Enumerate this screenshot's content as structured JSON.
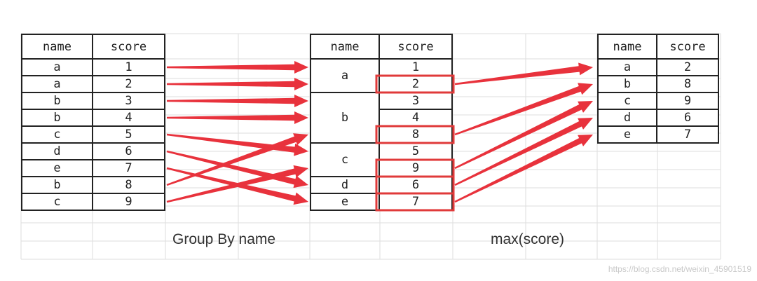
{
  "colors": {
    "arrow": "#e8323c",
    "highlight": "#e03a3a",
    "border": "#222222",
    "grid": "#dedede"
  },
  "source_table": {
    "headers": [
      "name",
      "score"
    ],
    "rows": [
      {
        "name": "a",
        "score": "1"
      },
      {
        "name": "a",
        "score": "2"
      },
      {
        "name": "b",
        "score": "3"
      },
      {
        "name": "b",
        "score": "4"
      },
      {
        "name": "c",
        "score": "5"
      },
      {
        "name": "d",
        "score": "6"
      },
      {
        "name": "e",
        "score": "7"
      },
      {
        "name": "b",
        "score": "8"
      },
      {
        "name": "c",
        "score": "9"
      }
    ]
  },
  "grouped_table": {
    "headers": [
      "name",
      "score"
    ],
    "groups": [
      {
        "name": "a",
        "scores": [
          "1",
          "2"
        ],
        "max_index": 1
      },
      {
        "name": "b",
        "scores": [
          "3",
          "4",
          "8"
        ],
        "max_index": 2
      },
      {
        "name": "c",
        "scores": [
          "5",
          "9"
        ],
        "max_index": 1
      },
      {
        "name": "d",
        "scores": [
          "6"
        ],
        "max_index": 0
      },
      {
        "name": "e",
        "scores": [
          "7"
        ],
        "max_index": 0
      }
    ]
  },
  "result_table": {
    "headers": [
      "name",
      "score"
    ],
    "rows": [
      {
        "name": "a",
        "score": "2"
      },
      {
        "name": "b",
        "score": "8"
      },
      {
        "name": "c",
        "score": "9"
      },
      {
        "name": "d",
        "score": "6"
      },
      {
        "name": "e",
        "score": "7"
      }
    ]
  },
  "labels": {
    "group_by": "Group By name",
    "aggregate": "max(score)"
  },
  "watermark": "https://blog.csdn.net/weixin_45901519"
}
